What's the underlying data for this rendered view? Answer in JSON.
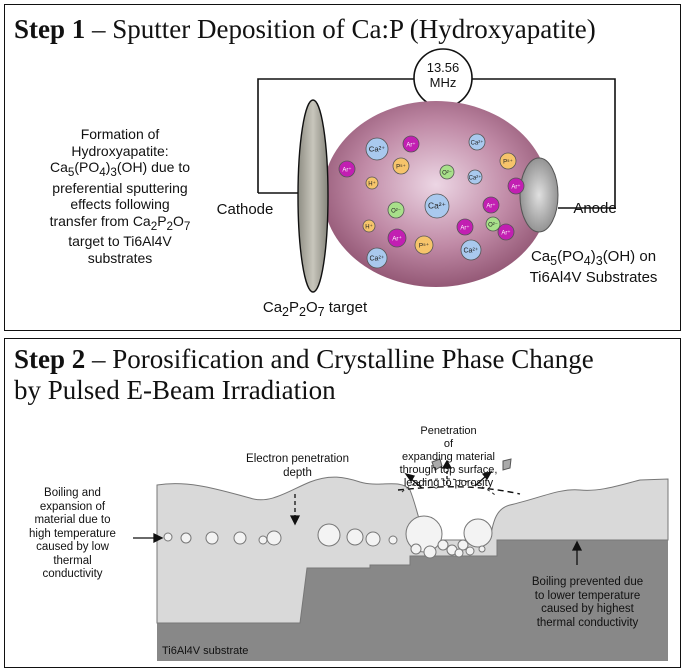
{
  "step1": {
    "title_bold": "Step 1",
    "title_rest": " – Sputter Deposition of Ca:P (Hydroxyapatite)",
    "frequency_line1": "13.56",
    "frequency_line2": "MHz",
    "formation_lines": [
      "Formation of",
      "Hydroxyapatite:"
    ],
    "formation_formula": {
      "a": "Ca",
      "a_sub": "5",
      "b": "(PO",
      "b_sub": "4",
      "c": ")",
      "c_sub": "3",
      "d": "(OH) due to"
    },
    "formation_rest": [
      "preferential sputtering",
      "effects following",
      "transfer from Ca",
      "target to Ti6Al4V",
      "substrates"
    ],
    "formation_ca2p2o7": {
      "p": "P",
      "p_sub": "2",
      "o": "O",
      "o_sub": "7",
      "ca_sub": "2"
    },
    "cathode_label": "Cathode",
    "anode_label": "Anode",
    "target_label": {
      "a": "Ca",
      "a_sub": "2",
      "b": "P",
      "b_sub": "2",
      "c": "O",
      "c_sub": "7",
      "d": " target"
    },
    "substrate_label": {
      "a": "Ca",
      "a_sub": "5",
      "b": "(PO",
      "b_sub": "4",
      "c": ")",
      "c_sub": "3",
      "d": "(OH) on",
      "line2": "Ti6Al4V Substrates"
    },
    "ions": [
      {
        "label": "Ca²⁺",
        "kind": "ca"
      },
      {
        "label": "Ar⁺",
        "kind": "ar"
      },
      {
        "label": "Ca²⁺",
        "kind": "ca"
      },
      {
        "label": "Ar⁺",
        "kind": "ar"
      },
      {
        "label": "P⁵⁺",
        "kind": "p"
      },
      {
        "label": "O²⁻",
        "kind": "o"
      },
      {
        "label": "P⁵⁺",
        "kind": "p"
      },
      {
        "label": "Ca²⁺",
        "kind": "ca"
      },
      {
        "label": "H⁺",
        "kind": "p"
      },
      {
        "label": "H⁺",
        "kind": "p"
      },
      {
        "label": "O²⁻",
        "kind": "o"
      },
      {
        "label": "Ca²⁺",
        "kind": "ca"
      },
      {
        "label": "Ar⁺",
        "kind": "ar"
      },
      {
        "label": "O²⁻",
        "kind": "o"
      },
      {
        "label": "Ar⁺",
        "kind": "ar"
      },
      {
        "label": "H⁺",
        "kind": "p"
      },
      {
        "label": "Ar⁺",
        "kind": "ar"
      },
      {
        "label": "P⁵⁺",
        "kind": "p"
      },
      {
        "label": "Ar⁺",
        "kind": "ar"
      },
      {
        "label": "Ca²⁺",
        "kind": "ca"
      },
      {
        "label": "Ca²⁺",
        "kind": "ca"
      },
      {
        "label": "Ar⁺",
        "kind": "ar"
      }
    ],
    "colors": {
      "ca": "#a9c9ee",
      "ar": "#c21fb2",
      "p": "#f6c46b",
      "o": "#a8e08a",
      "plasma": "#b97c97"
    }
  },
  "step2": {
    "title_line1_bold": "Step 2",
    "title_line1_rest": " – Porosification and Crystalline Phase Change",
    "title_line2": "by Pulsed E-Beam Irradiation",
    "penetration_label": [
      "Penetration",
      "of",
      "expanding material",
      "through top surface,",
      "leading to porosity"
    ],
    "electron_label": [
      "Electron penetration",
      "depth"
    ],
    "boiling_label": [
      "Boiling and",
      "expansion of",
      "material due to",
      "high temperature",
      "caused by low",
      "thermal",
      "conductivity"
    ],
    "prevented_label": [
      "Boiling prevented due",
      "to lower temperature",
      "caused by highest",
      "thermal conductivity"
    ],
    "substrate_label": "Ti6Al4V substrate"
  }
}
